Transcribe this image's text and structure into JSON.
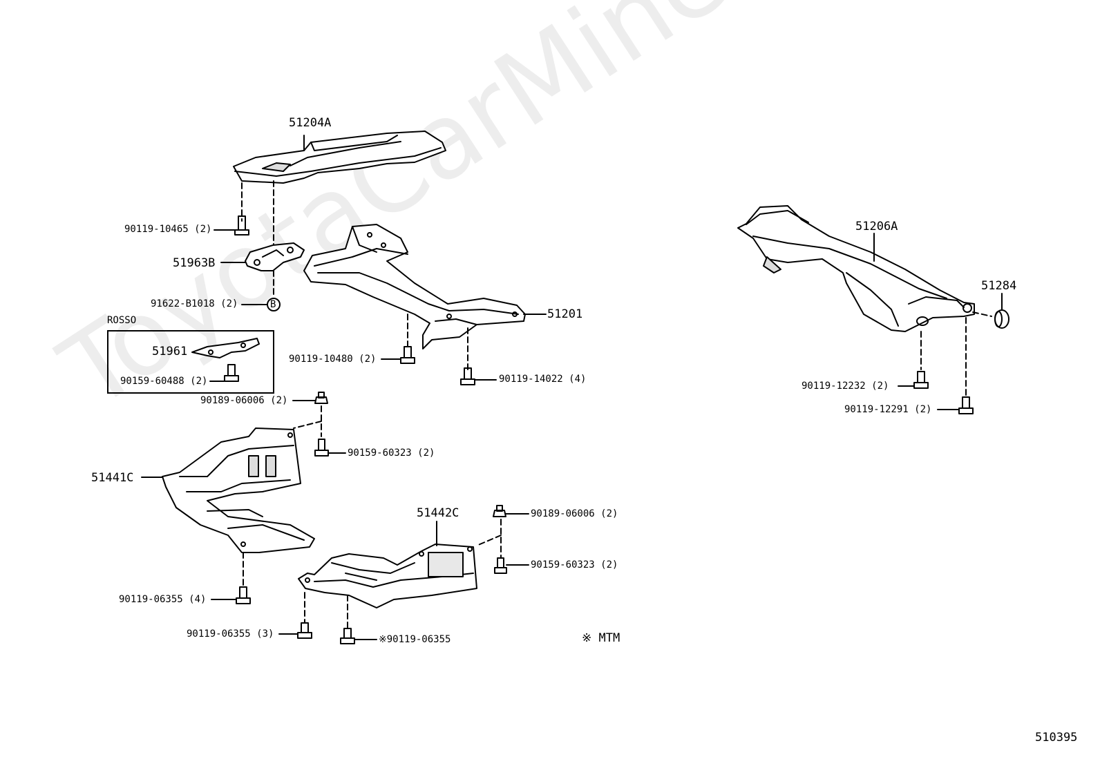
{
  "watermark": "ToyotaCarMine.ru",
  "diagram_id": "510395",
  "legend_note": "※ MTM",
  "box_title": "ROSSO",
  "parts": {
    "p51204A": "51204A",
    "p51201": "51201",
    "p51963B": "51963B",
    "p51961": "51961",
    "p51441C": "51441C",
    "p51442C": "51442C",
    "p51206A": "51206A",
    "p51284": "51284"
  },
  "fasteners": {
    "f1": "90119-10465 (2)",
    "f2": "91622-B1018 (2)",
    "f3": "90159-60488 (2)",
    "f4": "90189-06006 (2)",
    "f5": "90119-10480 (2)",
    "f6": "90119-14022 (4)",
    "f7": "90159-60323 (2)",
    "f8": "90189-06006 (2)",
    "f9": "90159-60323 (2)",
    "f10": "90119-06355 (4)",
    "f11": "90119-06355 (3)",
    "f12": "※90119-06355",
    "f13": "90119-12232 (2)",
    "f14": "90119-12291 (2)"
  },
  "callout_letter": "B"
}
